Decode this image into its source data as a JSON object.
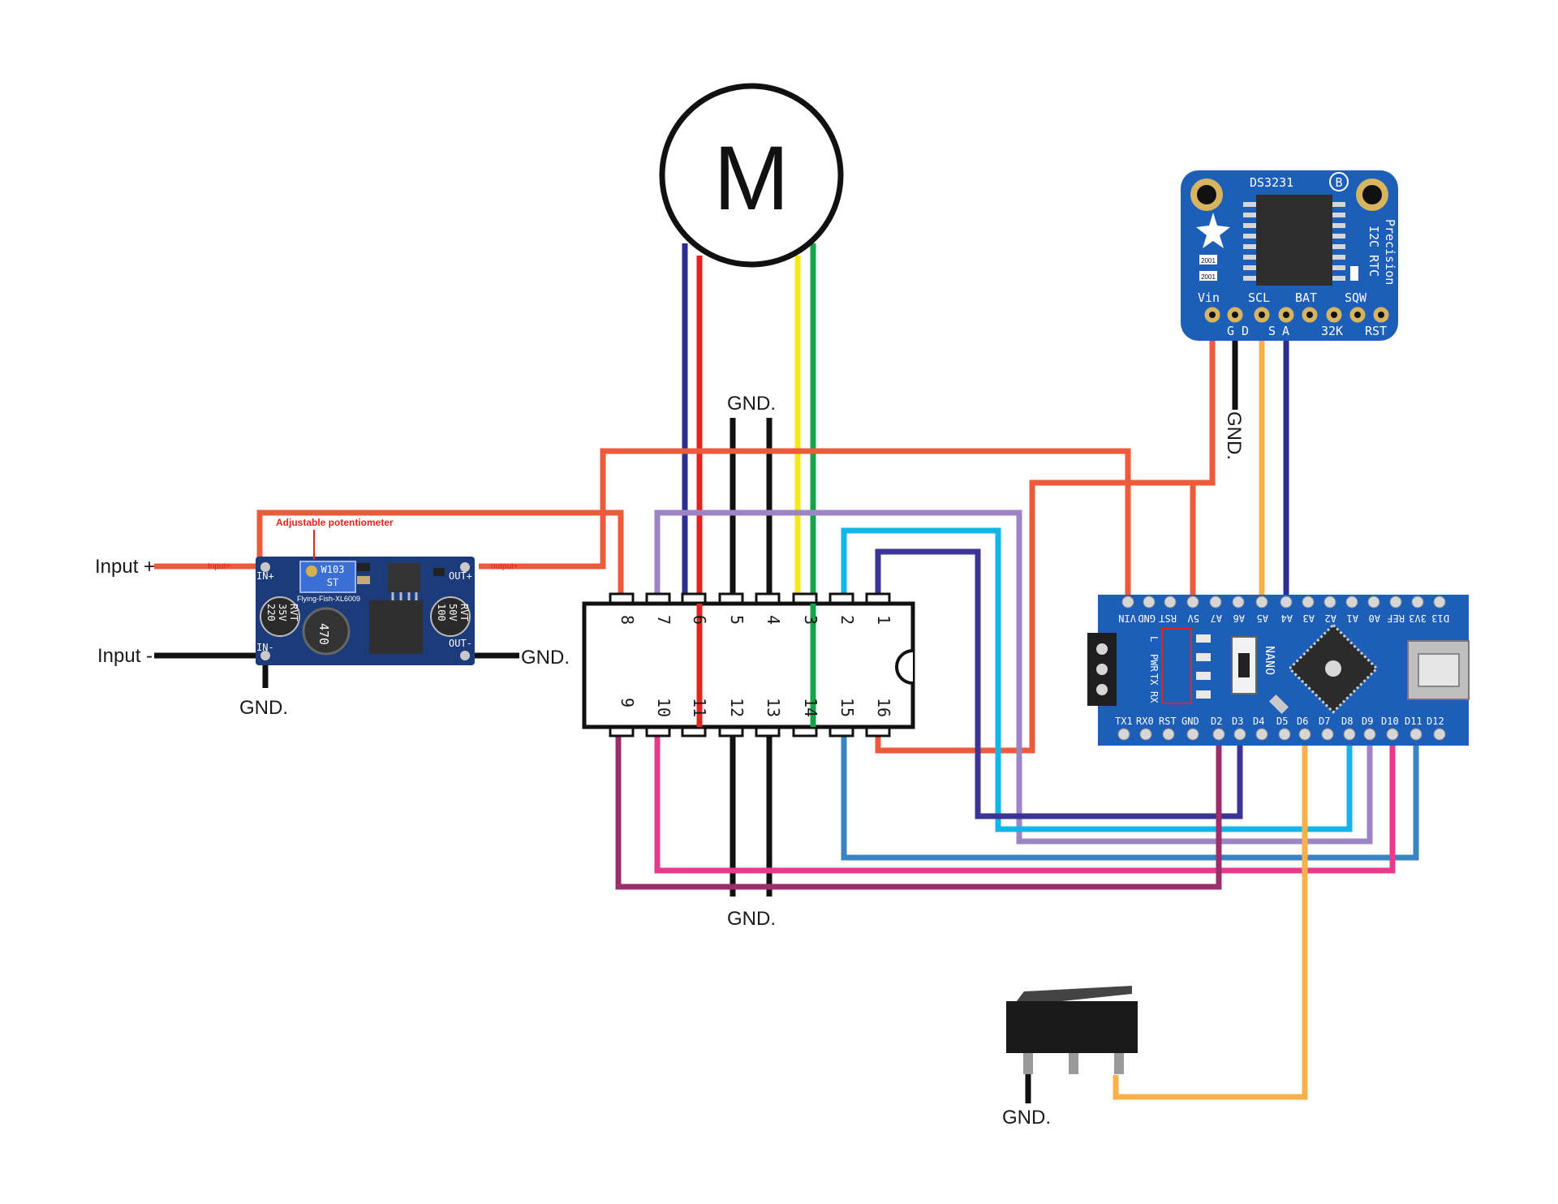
{
  "motor": {
    "label": "M"
  },
  "rtc": {
    "title": "DS3231",
    "badge": "B",
    "subtitle1": "Precision",
    "subtitle2": "I2C RTC",
    "top_pins": [
      "Vin",
      "SCL",
      "BAT",
      "SQW"
    ],
    "bottom_pins": [
      "G",
      "D",
      "S",
      "A",
      "32K",
      "RST"
    ],
    "chip_marks": [
      "2001",
      "2001"
    ]
  },
  "buck": {
    "pot_label": "Adjustable potentiometer",
    "input_plus": "Input+",
    "output_plus": "output+",
    "in_plus": "IN+",
    "in_minus": "IN-",
    "out_plus": "OUT+",
    "out_minus": "OUT-",
    "brand": "Flying-Fish-XL6009",
    "pot_code": "W103",
    "pot_code2": "ST",
    "cap_left": [
      "220",
      "35V",
      "RVT"
    ],
    "cap_right": [
      "100",
      "50V",
      "RVT"
    ],
    "inductor": "470"
  },
  "labels": {
    "input_plus": "Input +",
    "input_minus": "Input -",
    "gnd_buck_bottom": "GND.",
    "gnd_buck_right": "GND.",
    "gnd_top": "GND.",
    "gnd_bottom": "GND.",
    "gnd_rtc": "GND.",
    "gnd_switch": "GND."
  },
  "ic": {
    "top_pins": [
      "8",
      "7",
      "6",
      "5",
      "4",
      "3",
      "2",
      "1"
    ],
    "bottom_pins": [
      "9",
      "10",
      "11",
      "12",
      "13",
      "14",
      "15",
      "16"
    ]
  },
  "nano": {
    "top_pins": [
      "VIN",
      "GND",
      "RST",
      "5V",
      "A7",
      "A6",
      "A5",
      "A4",
      "A3",
      "A2",
      "A1",
      "A0",
      "REF",
      "3V3",
      "D13"
    ],
    "bottom_pins": [
      "TX1",
      "RX0",
      "RST",
      "GND",
      "D2",
      "D3",
      "D4",
      "D5",
      "D6",
      "D7",
      "D8",
      "D9",
      "D10",
      "D11",
      "D12"
    ],
    "leds": [
      "L",
      "PWR",
      "TX",
      "RX"
    ],
    "name": "NANO"
  },
  "colors": {
    "orange_red": "#ee5a3c",
    "red": "#e8231f",
    "navy": "#2b2f8f",
    "yellow": "#f5e81a",
    "green": "#16a34a",
    "black": "#111111",
    "lavender": "#9b85c4",
    "cyan": "#14b5e8",
    "indigo": "#3a3596",
    "light_orange": "#f8b04a",
    "steel_blue": "#3b84c4",
    "pink": "#e63b8c",
    "plum": "#9b2f6b",
    "pcb_blue": "#1d5fb8",
    "buck_blue": "#1b3b7a"
  }
}
